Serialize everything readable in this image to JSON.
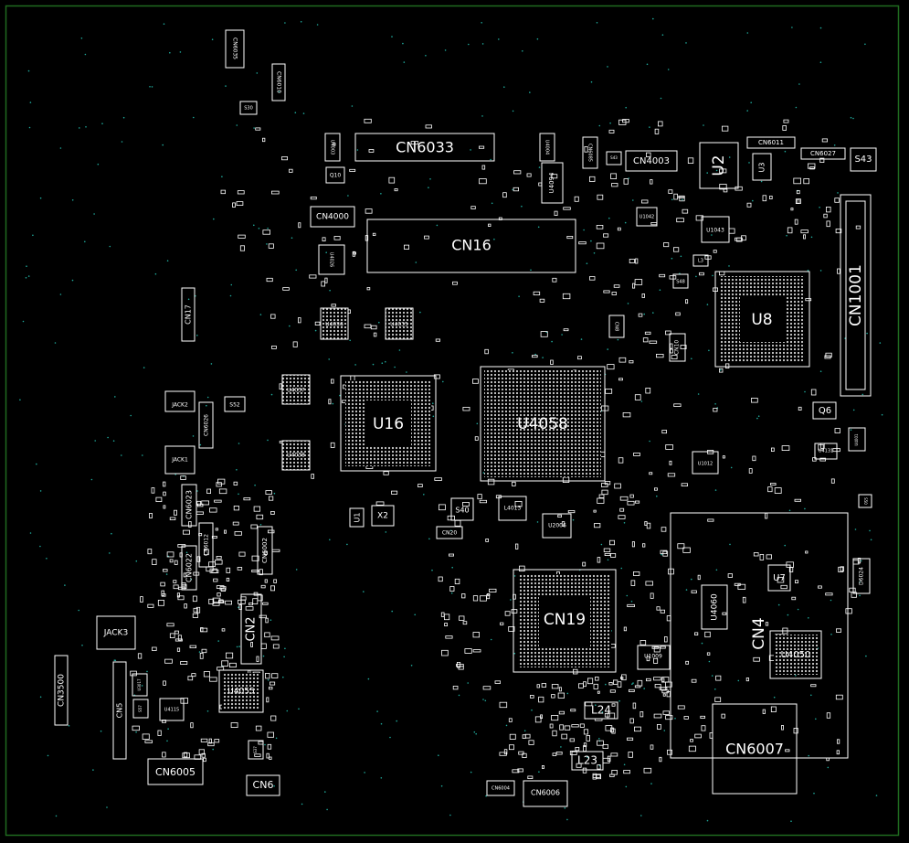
{
  "colors": {
    "background": "#000000",
    "border": "#1f6b1f",
    "silkscreen": "#ffffff",
    "via": "#1fa89a"
  },
  "components": {
    "CN6035": "CN6035",
    "CN6010": "CN6010",
    "S30": "S30",
    "CN6033": "CN6033",
    "Q10": "Q10",
    "U4003": "U4003",
    "U4004": "U4004",
    "U4094": "U4094",
    "CN6085": "CN6085",
    "S43a": "S43",
    "CN4003": "CN4003",
    "U2": "U2",
    "U3": "U3",
    "CN6011": "CN6011",
    "CN6027": "CN6027",
    "S43": "S43",
    "CN4000": "CN4000",
    "U4026": "U4026",
    "CN16": "CN16",
    "U1042": "U1042",
    "U1043": "U1043",
    "L3": "L3",
    "U8": "U8",
    "CN1001": "CN1001",
    "S48": "S48",
    "CN17": "CN17",
    "U4036": "U4036",
    "U4035": "U4035",
    "CN8": "CN8",
    "CN10": "CN10",
    "U4037": "U4037",
    "U16": "U16",
    "U4058": "U4058",
    "JACK2": "JACK2",
    "S52": "S52",
    "CN6026": "CN6026",
    "Q6": "Q6",
    "JACK1": "JACK1",
    "U4038": "U4038",
    "U1012": "U1012",
    "U4131": "U4131",
    "U4001": "U4001",
    "CN6023": "CN6023",
    "U1": "U1",
    "X2": "X2",
    "S40": "S40",
    "L4013": "L4013",
    "U2006": "U2006",
    "CN20": "CN20",
    "S50": "S50",
    "CN6012": "CN6012",
    "CN6022": "CN6022",
    "CN6002": "CN6002",
    "U7": "U7",
    "D6024": "D6024",
    "CN2": "CN2",
    "CN19": "CN19",
    "U4060": "U4060",
    "CN4": "CN4",
    "JACK3": "JACK3",
    "U4050": "U4050",
    "U1009": "U1009",
    "CN3500": "CN3500",
    "U4055": "U4055",
    "U3017": "U3017",
    "CN5": "CN5",
    "S57": "S57",
    "U4115": "U4115",
    "L24": "L24",
    "CN6007": "CN6007",
    "S37": "S37",
    "CN6005": "CN6005",
    "L23": "L23",
    "CN6": "CN6",
    "CN6004": "CN6004",
    "CN6006": "CN6006"
  }
}
